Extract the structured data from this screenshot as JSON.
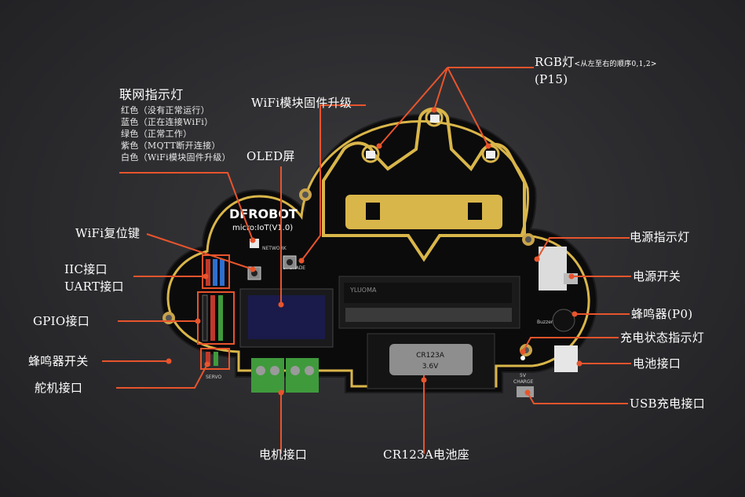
{
  "board": {
    "brand": "DFROBOT",
    "model": "micro:IoT(V1.0)",
    "silk_network": "NETWORK",
    "silk_upgrade": "UPGRADE",
    "silk_buzzer": "Buzzer",
    "silk_charge": "CHARGE",
    "silk_5v": "5V",
    "silk_servo": "SERVO",
    "silk_edge": "YLUOMA",
    "battery_name": "CR123A",
    "battery_voltage": "3.6V"
  },
  "labels": {
    "rgb_title": "RGB灯",
    "rgb_note": "<从左至右的顺序0,1,2>",
    "rgb_pin": "(P15)",
    "net_led_title": "联网指示灯",
    "net_led_red": "红色（没有正常运行）",
    "net_led_blue": "蓝色（正在连接WiFi）",
    "net_led_green": "绿色（正常工作）",
    "net_led_purple": "紫色（MQTT断开连接）",
    "net_led_white": "白色（WiFi模块固件升级）",
    "wifi_fw": "WiFi模块固件升级",
    "oled": "OLED屏",
    "wifi_reset": "WiFi复位键",
    "iic": "IIC接口",
    "uart": "UART接口",
    "gpio": "GPIO接口",
    "buzzer_switch": "蜂鸣器开关",
    "servo": "舵机接口",
    "motor": "电机接口",
    "battery_holder": "CR123A电池座",
    "usb_charge": "USB充电接口",
    "battery_port": "电池接口",
    "charge_led": "充电状态指示灯",
    "buzzer": "蜂鸣器(P0)",
    "power_switch": "电源开关",
    "power_led": "电源指示灯"
  },
  "colors": {
    "callout": "#e8542c",
    "pcb": "#0b0b0c",
    "gold": "#d9b64a",
    "connector_green": "#3f9a3c"
  }
}
